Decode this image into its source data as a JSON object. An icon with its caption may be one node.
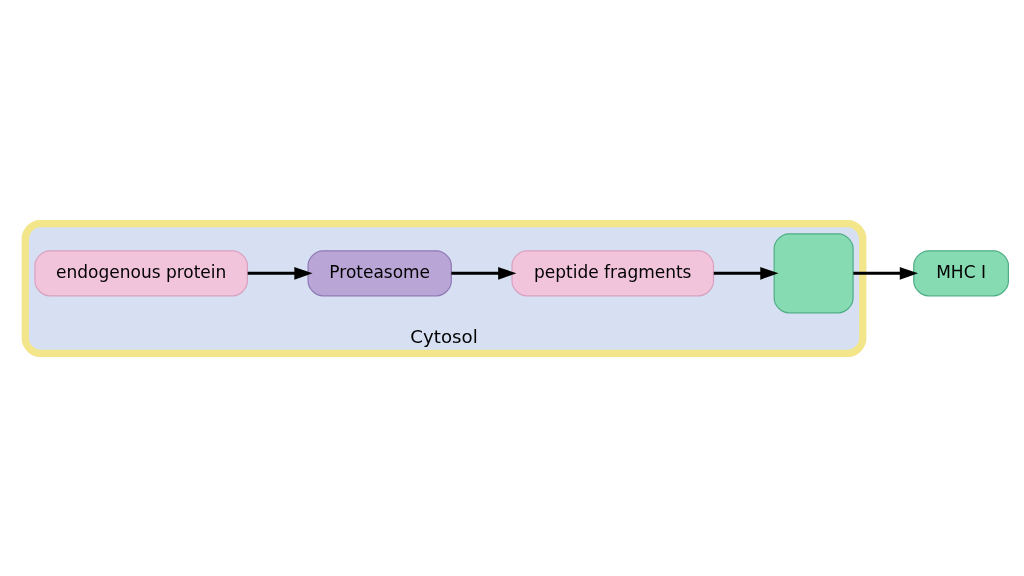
{
  "diagram": {
    "nodes": [
      {
        "text": [
          "Cytosol"
        ]
      },
      {
        "text": [
          "endogenous protein"
        ],
        "in": 0
      },
      {
        "text": [
          "Proteasome"
        ],
        "in": 0
      },
      {
        "text": [
          "peptide fragments"
        ],
        "in": 0
      },
      {
        "text": [],
        "shape": "box",
        "in": 0
      },
      {
        "text": [
          "MHC I"
        ]
      }
    ],
    "edges": [
      {
        "from": 1,
        "to": 2,
        "arrow": "to"
      },
      {
        "from": 2,
        "to": 3,
        "arrow": "to"
      },
      {
        "from": 3,
        "to": 4,
        "arrow": "to"
      },
      {
        "from": 4,
        "to": 5,
        "arrow": "to"
      }
    ]
  }
}
